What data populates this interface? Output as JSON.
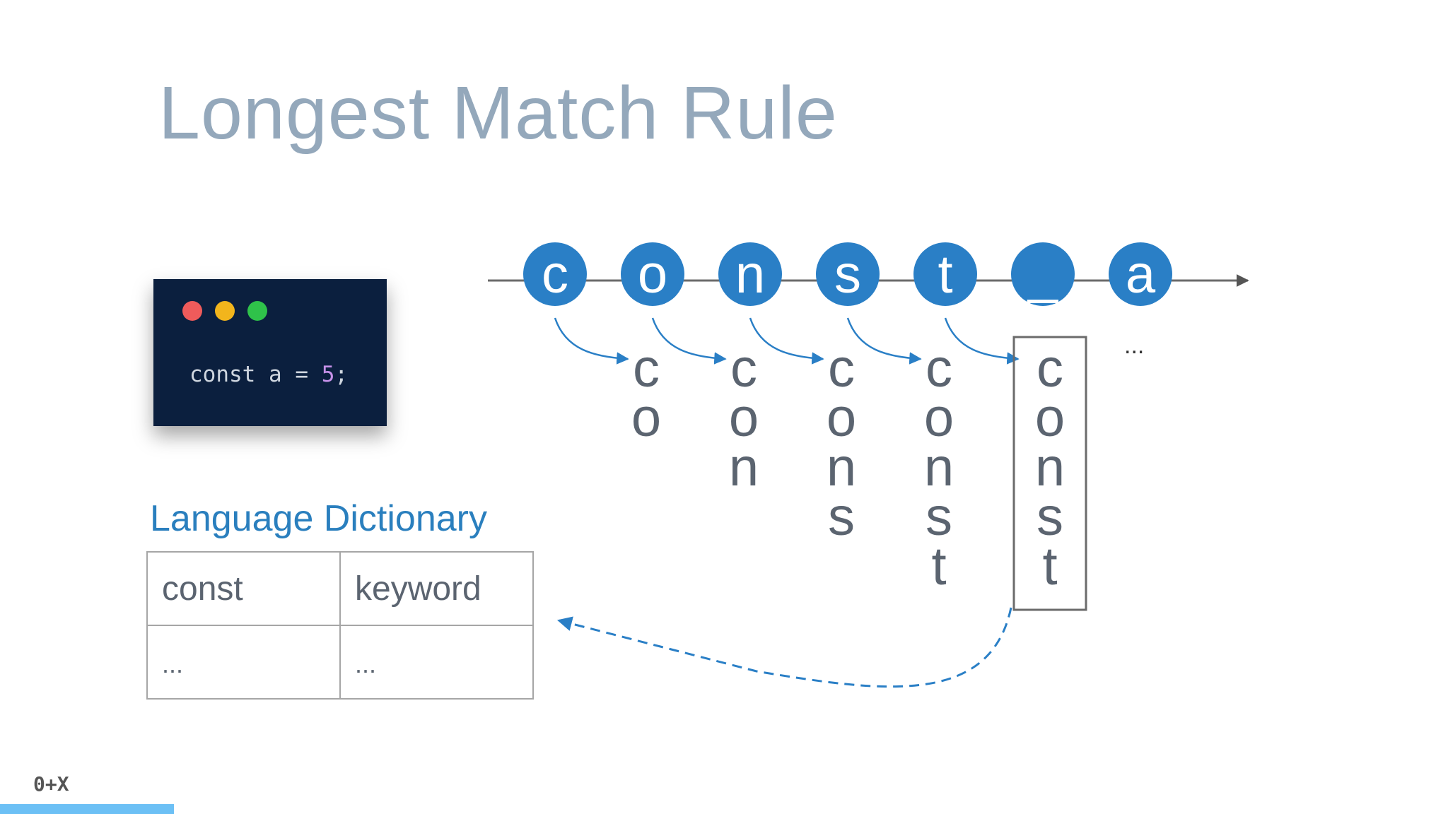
{
  "slide": {
    "title": "Longest Match Rule",
    "dictionary_label": "Language Dictionary",
    "logo": "0+X",
    "progress": 0.12
  },
  "code_window": {
    "dot_colors": [
      "#ef5b5b",
      "#f2b51c",
      "#2fc24a"
    ],
    "code_keyword": "const",
    "code_var": "a",
    "code_op": "=",
    "code_num": "5",
    "code_end": ";"
  },
  "stream": {
    "chars": [
      "c",
      "o",
      "n",
      "s",
      "t",
      "_",
      "a"
    ],
    "ellipsis": "...",
    "node_color": "#2a7fc6"
  },
  "candidates": [
    [
      "c",
      "o"
    ],
    [
      "c",
      "o",
      "n"
    ],
    [
      "c",
      "o",
      "n",
      "s"
    ],
    [
      "c",
      "o",
      "n",
      "s",
      "t"
    ],
    [
      "c",
      "o",
      "n",
      "s",
      "t"
    ]
  ],
  "dictionary": {
    "rows": [
      [
        "const",
        "keyword"
      ],
      [
        "...",
        "..."
      ]
    ]
  }
}
